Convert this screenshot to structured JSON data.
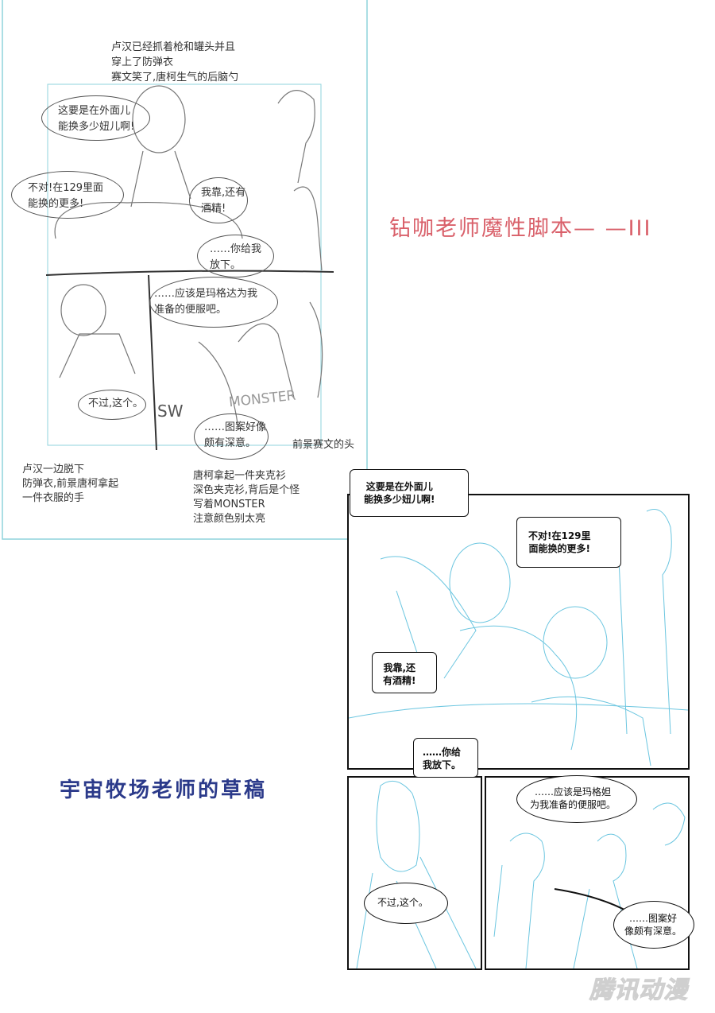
{
  "left_sketch": {
    "notes_top": "卢汉已经抓着枪和罐头并且\n穿上了防弹衣\n赛文笑了,唐柯生气的后脑勺",
    "bubbles": [
      "这要是在外面儿\n能换多少妞儿啊!",
      "不对!在129里面\n能换的更多!",
      "我靠,还有\n酒精!",
      "……你给我\n放下。",
      "……应该是玛格达为我\n准备的便服吧。",
      "不过,这个。",
      "……图案好像\n颇有深意。"
    ],
    "sketch_lettering": [
      "SW",
      "MONSTER"
    ],
    "note_foreground_head": "前景赛文的头",
    "note_bottom_left": "卢汉一边脱下\n防弹衣,前景唐柯拿起\n一件衣服的手",
    "note_bottom_right": "唐柯拿起一件夹克衫\n深色夹克衫,背后是个怪\n写着MONSTER\n注意颜色别太亮"
  },
  "title_red": "钻咖老师魔性脚本— —III",
  "title_blue": "宇宙牧场老师的草稿",
  "right_comic": {
    "bubbles": [
      "这要是在外面儿\n能换多少妞儿啊!",
      "不对!在129里\n面能换的更多!",
      "我靠,还\n有酒精!",
      "……你给\n我放下。",
      "……应该是玛格妲\n为我准备的便服吧。",
      "不过,这个。",
      "……图案好\n像颇有深意。"
    ]
  },
  "watermark": "腾讯动漫",
  "colors": {
    "title_red": "#d9606a",
    "title_blue": "#2b3a8a",
    "sketch_blue": "#6cc6e0",
    "frame_cyan": "#8fd3dc"
  }
}
